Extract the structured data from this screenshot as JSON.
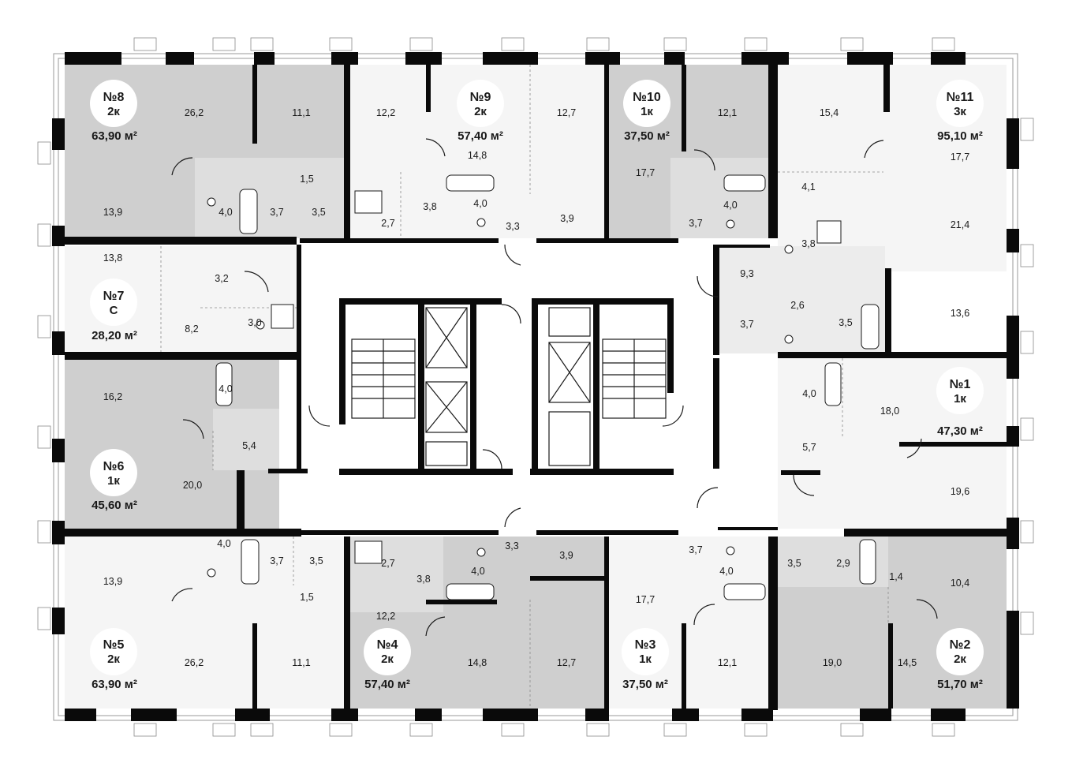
{
  "colors": {
    "background": "#ffffff",
    "wall": "#0a0a0a",
    "tone_dark": "#cfcfcf",
    "tone_mid": "#dedede",
    "tone_light": "#ececec",
    "tone_lighter": "#f5f5f5"
  },
  "apartments": [
    {
      "id": "apt-8",
      "number": "№8",
      "type": "2к",
      "area": "63,90 м²",
      "tone": "dark"
    },
    {
      "id": "apt-9",
      "number": "№9",
      "type": "2к",
      "area": "57,40 м²",
      "tone": "lighter"
    },
    {
      "id": "apt-10",
      "number": "№10",
      "type": "1к",
      "area": "37,50 м²",
      "tone": "dark"
    },
    {
      "id": "apt-11",
      "number": "№11",
      "type": "3к",
      "area": "95,10 м²",
      "tone": "lighter"
    },
    {
      "id": "apt-7",
      "number": "№7",
      "type": "С",
      "area": "28,20 м²",
      "tone": "lighter"
    },
    {
      "id": "apt-6",
      "number": "№6",
      "type": "1к",
      "area": "45,60 м²",
      "tone": "dark"
    },
    {
      "id": "apt-1",
      "number": "№1",
      "type": "1к",
      "area": "47,30 м²",
      "tone": "lighter"
    },
    {
      "id": "apt-5",
      "number": "№5",
      "type": "2к",
      "area": "63,90 м²",
      "tone": "lighter"
    },
    {
      "id": "apt-4",
      "number": "№4",
      "type": "2к",
      "area": "57,40 м²",
      "tone": "dark"
    },
    {
      "id": "apt-3",
      "number": "№3",
      "type": "1к",
      "area": "37,50 м²",
      "tone": "lighter"
    },
    {
      "id": "apt-2",
      "number": "№2",
      "type": "2к",
      "area": "51,70 м²",
      "tone": "dark"
    }
  ],
  "rooms": [
    "26,2",
    "11,1",
    "1,5",
    "4,0",
    "3,7",
    "3,5",
    "13,9",
    "12,2",
    "14,8",
    "12,7",
    "3,8",
    "4,0",
    "2,7",
    "3,3",
    "3,9",
    "12,1",
    "17,7",
    "4,0",
    "3,7",
    "15,4",
    "17,7",
    "4,1",
    "21,4",
    "3,8",
    "13,8",
    "3,2",
    "8,2",
    "3,0",
    "9,3",
    "3,7",
    "2,6",
    "3,5",
    "13,6",
    "16,2",
    "4,0",
    "5,4",
    "20,0",
    "18,0",
    "4,0",
    "5,7",
    "19,6",
    "13,9",
    "4,0",
    "3,7",
    "3,5",
    "1,5",
    "26,2",
    "11,1",
    "2,7",
    "3,8",
    "4,0",
    "3,3",
    "3,9",
    "12,2",
    "14,8",
    "12,7",
    "17,7",
    "3,7",
    "4,0",
    "12,1",
    "3,5",
    "2,9",
    "1,4",
    "10,4",
    "19,0",
    "14,5"
  ]
}
